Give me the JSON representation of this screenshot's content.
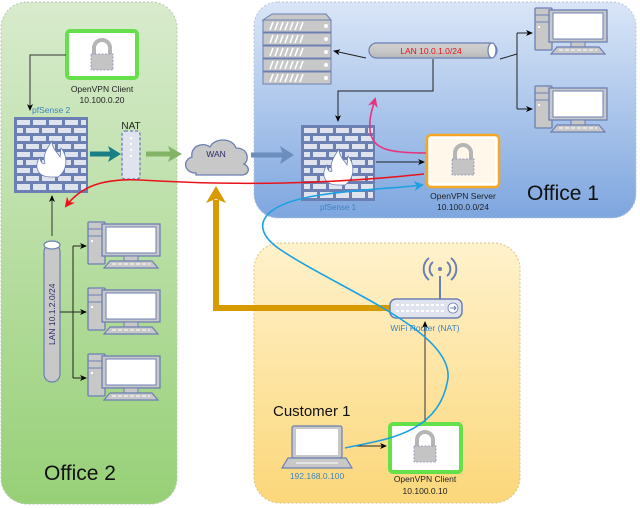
{
  "zones": {
    "office2": {
      "label": "Office 2",
      "color": "#a3d17e"
    },
    "office1": {
      "label": "Office 1",
      "color": "#7ea6df"
    },
    "customer1": {
      "label": "Customer 1",
      "color": "#fbd77a"
    }
  },
  "nodes": {
    "openvpn_client_office2": {
      "name": "OpenVPN Client",
      "ip": "10.100.0.20"
    },
    "pfsense2": {
      "label": "pfSense 2"
    },
    "nat": {
      "label": "NAT"
    },
    "wan": {
      "label": "WAN"
    },
    "pfsense1": {
      "label": "pfSense 1"
    },
    "openvpn_server": {
      "name": "OpenVPN Server",
      "ip": "10.100.0.0/24"
    },
    "lan_office1": {
      "label": "LAN 10.0.1.0/24"
    },
    "lan_office2": {
      "label": "LAN 10.1.2.0/24"
    },
    "wifi_router": {
      "label": "WiFi Router (NAT)"
    },
    "laptop": {
      "ip": "192.168.0.100"
    },
    "openvpn_client_customer1": {
      "name": "OpenVPN Client",
      "ip": "10.100.0.10"
    }
  },
  "colors": {
    "firewall": "#a8b6d6",
    "firewall_stroke": "#6c7fb3",
    "tunnel_red": "#e8141c",
    "tunnel_blue": "#1ba1e2",
    "tunnel_pink": "#e6357e",
    "teal_arrow": "#1a7f85",
    "green_arrow": "#82b366",
    "orange_arrow": "#d79b00",
    "blue_arrow": "#6c8ebf",
    "label_blue": "#3b84c4",
    "label_red": "#e8141c"
  }
}
